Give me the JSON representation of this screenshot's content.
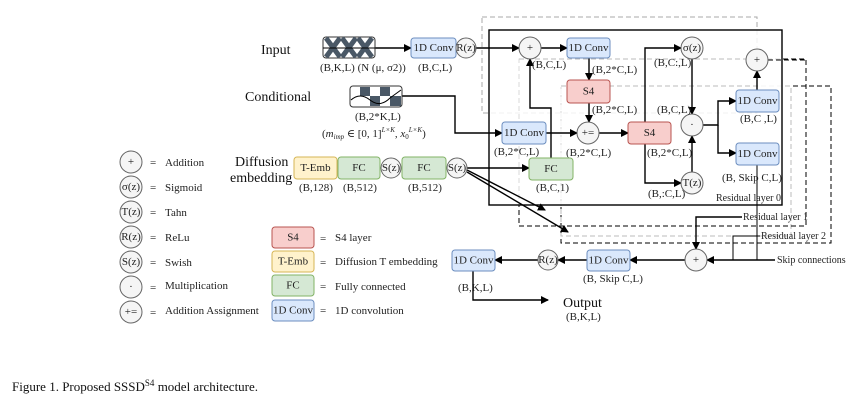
{
  "colors": {
    "conv_fill": "#dae8fc",
    "conv_stroke": "#6c8ebf",
    "s4_fill": "#f8cecc",
    "s4_stroke": "#b85450",
    "fc_fill": "#d5e8d4",
    "fc_stroke": "#82b366",
    "temb_fill": "#fff2cc",
    "temb_stroke": "#d6b656"
  },
  "inputs": {
    "input_label": "Input",
    "input_shape": "(B,K,L) (N (μ, σ2))",
    "conditional_label": "Conditional",
    "conditional_shape": "(B,2*K,L)",
    "conditional_formula": "(m_imp ∈ [0,1]^{L×K}, x_0^{L×K})",
    "formula_m": "m",
    "formula_imp": "imp",
    "formula_mid": " ∈ [0, 1]",
    "formula_sup": "L×K",
    "formula_x": ", x",
    "formula_sub": "0",
    "formula_close": ")",
    "formula_open": "(",
    "diffusion_label_1": "Diffusion",
    "diffusion_label_2": "embedding"
  },
  "blocks": {
    "conv": "1D Conv",
    "s4": "S4",
    "fc": "FC",
    "temb": "T-Emb",
    "relu": "R(z)",
    "swish": "S(z)",
    "sigmoid": "σ(z)",
    "tanh": "T(z)",
    "add": "+",
    "mult": "·",
    "add_assign": "+="
  },
  "shapes": {
    "input_conv": "(B,C,L)",
    "temb": "(B,128)",
    "fc1": "(B,512)",
    "fc2": "(B,512)",
    "add_top": "(B,C,L)",
    "conv_top": "(B,2*C,L)",
    "s4_1": "(B,2*C,L)",
    "cond_conv": "(B,2*C,L)",
    "add_assign": "(B,2*C,L)",
    "s4_2": "(B,2*C,L)",
    "fc_inner": "(B,C,1)",
    "sigmoid": "(B,C:,L)",
    "tanh": "(B,:C,L)",
    "mult": "(B,C,L)",
    "conv_res": "(B,C ,L)",
    "conv_skip": "(B, Skip C,L)",
    "conv_out_skip": "(B, Skip C,L)",
    "conv_final": "(B,K,L)",
    "output": "(B,K,L)"
  },
  "layers": {
    "layer0": "Residual layer 0",
    "layer1": "Residual layer 1",
    "layer2": "Residual layer 2",
    "skip": "Skip connections"
  },
  "output_label": "Output",
  "legend": {
    "symbols": [
      {
        "glyph": "+",
        "text": "Addition"
      },
      {
        "glyph": "σ(z)",
        "text": "Sigmoid"
      },
      {
        "glyph": "T(z)",
        "text": "Tahn"
      },
      {
        "glyph": "R(z)",
        "text": "ReLu"
      },
      {
        "glyph": "S(z)",
        "text": "Swish"
      },
      {
        "glyph": "·",
        "text": "Multiplication"
      },
      {
        "glyph": "+=",
        "text": "Addition Assignment"
      }
    ],
    "boxes": [
      {
        "glyph": "S4",
        "text": "S4 layer"
      },
      {
        "glyph": "T-Emb",
        "text": "Diffusion T embedding"
      },
      {
        "glyph": "FC",
        "text": "Fully connected"
      },
      {
        "glyph": "1D Conv",
        "text": "1D convolution"
      }
    ],
    "equals": "="
  },
  "caption": {
    "prefix": "Figure 1.  Proposed SSSD",
    "sup": "S4",
    "suffix": " model architecture."
  }
}
